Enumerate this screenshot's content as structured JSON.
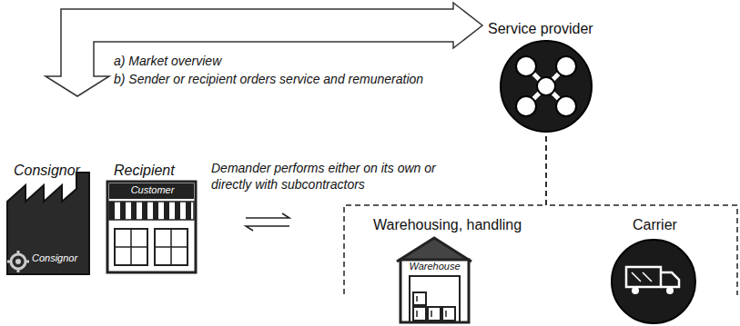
{
  "diagram": {
    "nodes": [
      {
        "text": [
          "Consignor",
          "Consignor"
        ]
      },
      {
        "text": [
          "Recipient",
          "Customer"
        ]
      },
      {
        "text": [
          "Service provider"
        ]
      },
      {
        "text": [
          "Warehousing, handling",
          "Warehouse"
        ]
      },
      {
        "text": [
          "Carrier"
        ]
      }
    ],
    "edges": [
      {
        "from": 0,
        "to": 2,
        "arrow": "both"
      },
      {
        "from": 2,
        "to": 3,
        "arrow": "none"
      },
      {
        "from": 2,
        "to": 4,
        "arrow": "none"
      }
    ],
    "labels": [
      "a) Market overview",
      "b) Sender or recipient orders service and remuneration",
      "Demander performs either on its own or directly with subcontractors"
    ]
  }
}
